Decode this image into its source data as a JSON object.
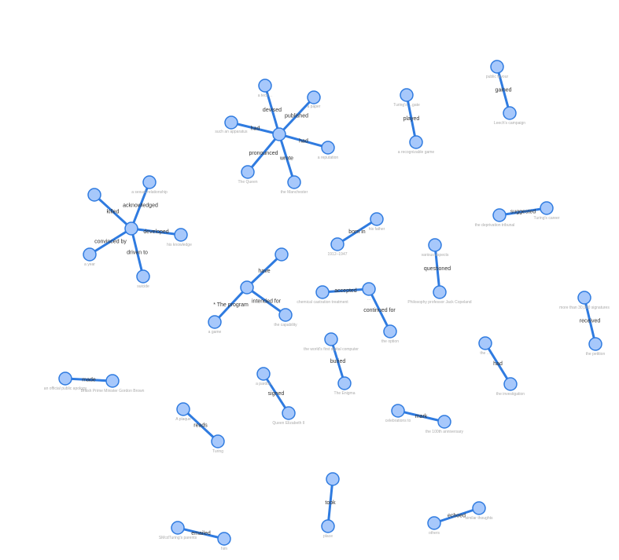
{
  "graph": {
    "nodes": [
      {
        "id": "n1",
        "label": "a tech…"
      },
      {
        "id": "n2",
        "label": "a paper"
      },
      {
        "id": "n3",
        "label": "such an apparatus"
      },
      {
        "id": "n4",
        "label": "a reputation"
      },
      {
        "id": "n5",
        "label": "The Queen"
      },
      {
        "id": "n6",
        "label": "the Manchester"
      },
      {
        "id": "n7",
        "label": ""
      },
      {
        "id": "n8",
        "label": "Turing's …gate"
      },
      {
        "id": "n9",
        "label": "a recognizable game"
      },
      {
        "id": "n10",
        "label": "public favour"
      },
      {
        "id": "n11",
        "label": "Leech's campaign"
      },
      {
        "id": "n12",
        "label": ""
      },
      {
        "id": "n13",
        "label": "a sexual relationship"
      },
      {
        "id": "n14",
        "label": ""
      },
      {
        "id": "n15",
        "label": "his knowledge"
      },
      {
        "id": "n16",
        "label": "a year"
      },
      {
        "id": "n17",
        "label": "suicide"
      },
      {
        "id": "n18",
        "label": ""
      },
      {
        "id": "n19",
        "label": "the deprivation tribunal"
      },
      {
        "id": "n20",
        "label": "Turing's career"
      },
      {
        "id": "n21",
        "label": "1912–1947"
      },
      {
        "id": "n22",
        "label": "his father"
      },
      {
        "id": "n23",
        "label": "various aspects"
      },
      {
        "id": "n24",
        "label": "Philosophy professor Jack Copeland"
      },
      {
        "id": "n25",
        "label": ""
      },
      {
        "id": "n26",
        "label": ""
      },
      {
        "id": "n27",
        "label": "a game"
      },
      {
        "id": "n28",
        "label": "the capability"
      },
      {
        "id": "n29",
        "label": "chemical castration treatment"
      },
      {
        "id": "n30",
        "label": "…"
      },
      {
        "id": "n31",
        "label": "the option"
      },
      {
        "id": "n32",
        "label": "more than 30,000 signatures"
      },
      {
        "id": "n33",
        "label": "the petition"
      },
      {
        "id": "n34",
        "label": "the world's first digital computer"
      },
      {
        "id": "n35",
        "label": "The Enigma"
      },
      {
        "id": "n36",
        "label": "the …"
      },
      {
        "id": "n37",
        "label": "the investigation"
      },
      {
        "id": "n38",
        "label": "an official public apology"
      },
      {
        "id": "n39",
        "label": "British Prime Minister Gordon Brown"
      },
      {
        "id": "n40",
        "label": "a pardon"
      },
      {
        "id": "n41",
        "label": "Queen Elizabeth II"
      },
      {
        "id": "n42",
        "label": "celebrations to"
      },
      {
        "id": "n43",
        "label": "the 100th anniversary"
      },
      {
        "id": "n44",
        "label": "A plaque"
      },
      {
        "id": "n45",
        "label": "Turing"
      },
      {
        "id": "n46",
        "label": ""
      },
      {
        "id": "n47",
        "label": "place"
      },
      {
        "id": "n48",
        "label": "others"
      },
      {
        "id": "n49",
        "label": "similar thoughts"
      },
      {
        "id": "n50",
        "label": "SMcdTuring's parents"
      },
      {
        "id": "n51",
        "label": "him"
      }
    ],
    "edges": [
      {
        "source": "n7",
        "target": "n1",
        "label": "devised"
      },
      {
        "source": "n7",
        "target": "n2",
        "label": "published"
      },
      {
        "source": "n7",
        "target": "n3",
        "label": "had"
      },
      {
        "source": "n7",
        "target": "n4",
        "label": "had"
      },
      {
        "source": "n7",
        "target": "n5",
        "label": "pronounced"
      },
      {
        "source": "n7",
        "target": "n6",
        "label": "wrote"
      },
      {
        "source": "n8",
        "target": "n9",
        "label": "played"
      },
      {
        "source": "n10",
        "target": "n11",
        "label": "gained"
      },
      {
        "source": "n18",
        "target": "n12",
        "label": "killed"
      },
      {
        "source": "n18",
        "target": "n13",
        "label": "acknowledged"
      },
      {
        "source": "n18",
        "target": "n15",
        "label": "developed"
      },
      {
        "source": "n18",
        "target": "n16",
        "label": "convinced by"
      },
      {
        "source": "n18",
        "target": "n17",
        "label": "driven to"
      },
      {
        "source": "n19",
        "target": "n20",
        "label": "suggested"
      },
      {
        "source": "n21",
        "target": "n22",
        "label": "born in"
      },
      {
        "source": "n23",
        "target": "n24",
        "label": "questioned"
      },
      {
        "source": "n26",
        "target": "n25",
        "label": "have"
      },
      {
        "source": "n26",
        "target": "n27",
        "label": "* The program"
      },
      {
        "source": "n26",
        "target": "n28",
        "label": "intended for"
      },
      {
        "source": "n29",
        "target": "n30",
        "label": "accepted"
      },
      {
        "source": "n30",
        "target": "n31",
        "label": "continued for"
      },
      {
        "source": "n32",
        "target": "n33",
        "label": "received"
      },
      {
        "source": "n34",
        "target": "n35",
        "label": "buried"
      },
      {
        "source": "n36",
        "target": "n37",
        "label": "had"
      },
      {
        "source": "n38",
        "target": "n39",
        "label": "made"
      },
      {
        "source": "n40",
        "target": "n41",
        "label": "signed"
      },
      {
        "source": "n42",
        "target": "n43",
        "label": "mark"
      },
      {
        "source": "n44",
        "target": "n45",
        "label": "reads"
      },
      {
        "source": "n46",
        "target": "n47",
        "label": "took"
      },
      {
        "source": "n48",
        "target": "n49",
        "label": "echoed"
      },
      {
        "source": "n50",
        "target": "n51",
        "label": "emailed"
      }
    ]
  }
}
